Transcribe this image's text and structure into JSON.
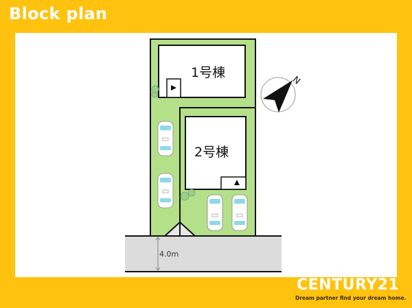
{
  "header": {
    "title": "Block plan"
  },
  "plan": {
    "lot1_label": "1号棟",
    "lot2_label": "2号棟",
    "road_width": "4.0m",
    "compass": {
      "icon": "north-arrow-icon",
      "label": "N"
    },
    "colors": {
      "lot": "#B5E08A",
      "road": "#DCDCDC",
      "car_glass": "#8FD8EA",
      "frame": "#FFC20E"
    }
  },
  "footer": {
    "brand": "CENTURY21",
    "tagline": "Dream partner find your dream home."
  }
}
